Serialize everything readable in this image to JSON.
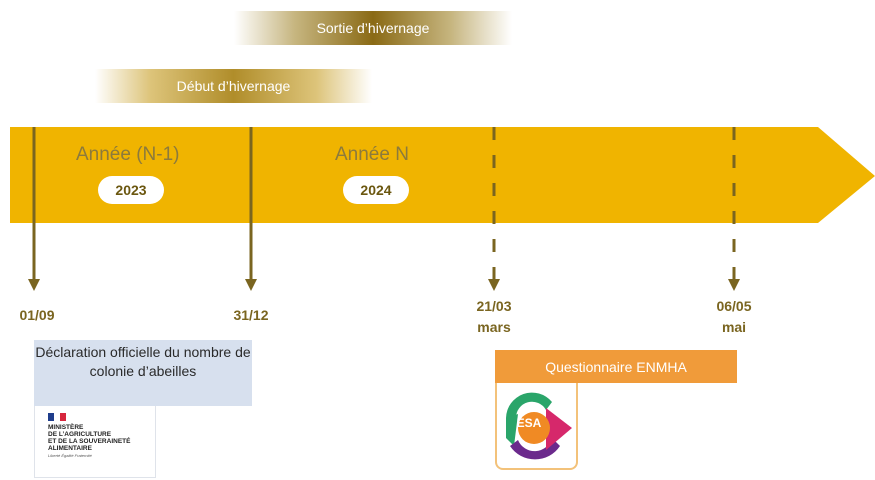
{
  "bands": {
    "sortie": "Sortie d’hivernage",
    "debut": "Début d’hivernage"
  },
  "years": {
    "previous": {
      "label": "Année (N-1)",
      "value": "2023"
    },
    "current": {
      "label": "Année N",
      "value": "2024"
    }
  },
  "dates": {
    "d1": "01/09",
    "d2": "31/12",
    "d3": "21/03",
    "d3_month": "mars",
    "d4": "06/05",
    "d4_month": "mai"
  },
  "declaration": {
    "text": "Déclaration officielle du nombre de colonie d’abeilles"
  },
  "ministry": {
    "line1": "MINISTÈRE",
    "line2": "DE L’AGRICULTURE",
    "line3": "ET DE LA SOUVERAINETÉ",
    "line4": "ALIMENTAIRE",
    "motto": "Liberté Égalité Fraternité"
  },
  "questionnaire": {
    "title": "Questionnaire ENMHA",
    "logo_text": "ESA"
  },
  "colors": {
    "timeline": "#f0b400",
    "marker": "#7a6520",
    "declaration_bg": "#d7e0ee",
    "questionnaire_bg": "#f09b3a"
  }
}
